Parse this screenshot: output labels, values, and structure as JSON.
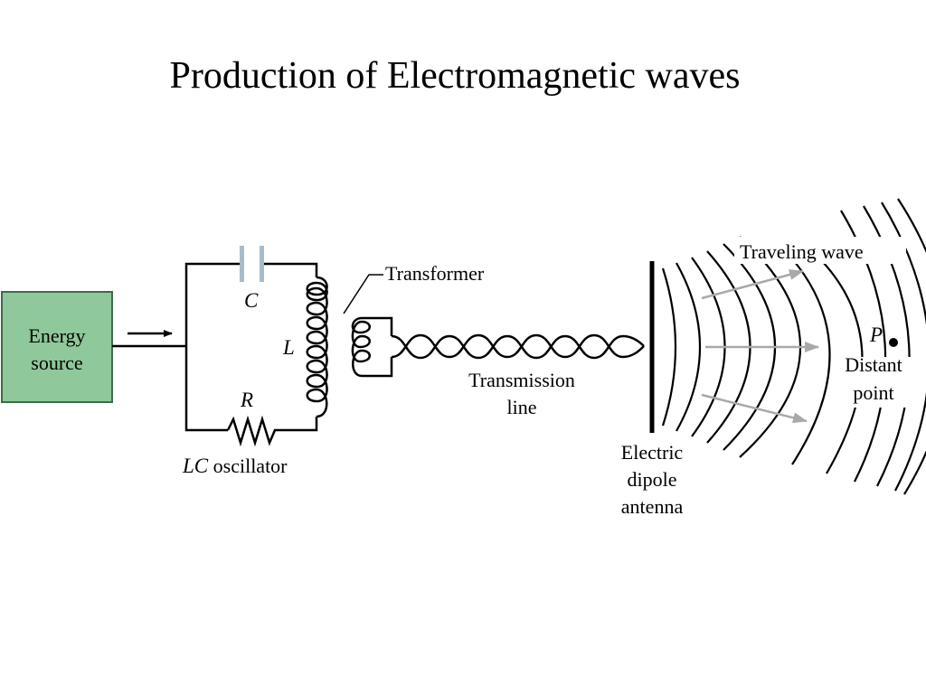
{
  "title": "Production of Electromagnetic waves",
  "labels": {
    "energy_source_line1": "Energy",
    "energy_source_line2": "source",
    "capacitor": "C",
    "inductor": "L",
    "resistor": "R",
    "oscillator_prefix": "LC",
    "oscillator_suffix": " oscillator",
    "transformer": "Transformer",
    "transmission_line1": "Transmission",
    "transmission_line2": "line",
    "antenna_line1": "Electric",
    "antenna_line2": "dipole",
    "antenna_line3": "antenna",
    "traveling_wave": "Traveling wave",
    "point": "P",
    "distant_line1": "Distant",
    "distant_line2": "point"
  },
  "colors": {
    "energy_box_fill": "#8fc89a",
    "energy_box_stroke": "#3d6b4a",
    "capacitor_plate": "#a8bcc8",
    "wave_arrow": "#a9a9a9"
  }
}
